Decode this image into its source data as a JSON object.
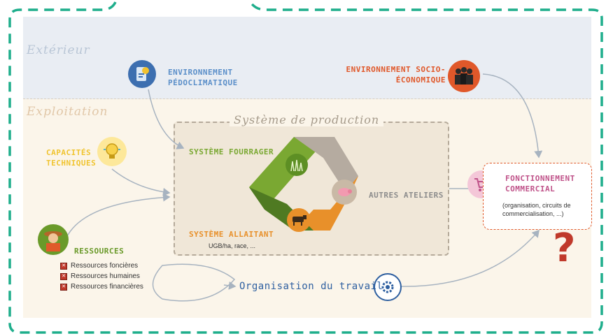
{
  "zones": {
    "exterior": "Extérieur",
    "exploitation": "Exploitation",
    "production_system": "Système de production"
  },
  "nodes": {
    "env_pedo": {
      "line1": "ENVIRONNEMENT",
      "line2": "PÉDOCLIMATIQUE",
      "color": "#5b8fc9"
    },
    "env_socio": {
      "line1": "ENVIRONNEMENT SOCIO-",
      "line2": "ÉCONOMIQUE",
      "color": "#e0582a"
    },
    "capacites": {
      "line1": "CAPACITÉS",
      "line2": "TECHNIQUES",
      "color": "#f0c430"
    },
    "ressources": {
      "title": "RESSOURCES",
      "color": "#6a9a2a",
      "items": [
        "Ressources foncières",
        "Ressources humaines",
        "Ressources financières"
      ]
    },
    "fourrager": {
      "label": "SYSTÈME FOURRAGER",
      "color": "#7aa832"
    },
    "allaitant": {
      "label": "SYSTÈME ALLAITANT",
      "sub": "UGB/ha, race, ...",
      "color": "#e8902a"
    },
    "autres": {
      "label": "AUTRES ATELIERS",
      "color": "#8c8c8c"
    },
    "commercial": {
      "line1": "FONCTIONNEMENT",
      "line2": "COMMERCIAL",
      "detail1": "(organisation, circuits de",
      "detail2": "commercialisation, ...)",
      "color": "#c0538a"
    },
    "travail": {
      "label": "Organisation du travail",
      "color": "#2e5fa0"
    }
  },
  "question_mark": "?",
  "colors": {
    "frame": "#1fae8c",
    "question": "#c0392b"
  },
  "icons": [
    "tablet-weather-icon",
    "business-people-icon",
    "lightbulb-icon",
    "farmer-icon",
    "grass-icon",
    "pig-icon",
    "cow-icon",
    "shopping-cart-icon",
    "gear-icon"
  ]
}
